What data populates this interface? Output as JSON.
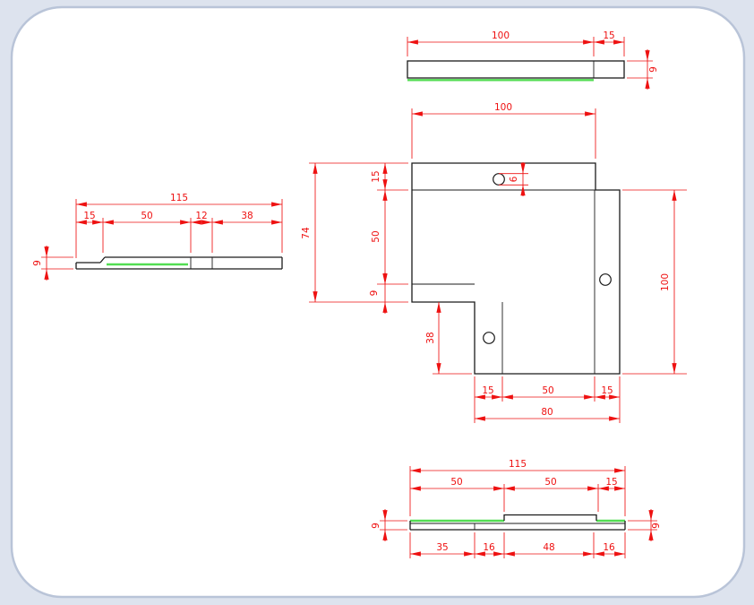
{
  "window": {
    "background": "#dde3ee",
    "panel_fill": "#ffffff",
    "panel_border": "#b9c4d8"
  },
  "colors": {
    "dimension": "#ee1111",
    "outline": "#1b1b1b",
    "highlight": "#52dd52"
  },
  "top_view": {
    "width_main": "100",
    "width_flange": "15",
    "thickness": "9"
  },
  "main_view": {
    "top_width": "100",
    "left_flange": "15",
    "left_mid": "50",
    "left_hem": "9",
    "left_total": "74",
    "hole_dia": "6",
    "right_height": "100",
    "leg_height": "38",
    "bottom_left_seg": "15",
    "bottom_mid_seg": "50",
    "bottom_right_seg": "15",
    "bottom_total": "80"
  },
  "side_view": {
    "total_length": "115",
    "seg_a": "15",
    "seg_b": "50",
    "seg_c": "12",
    "seg_d": "38",
    "thickness": "9"
  },
  "bottom_view": {
    "total_length": "115",
    "seg_left": "50",
    "seg_mid": "50",
    "seg_right": "15",
    "thickness_left": "9",
    "thickness_right": "9",
    "sub_a": "35",
    "sub_b": "16",
    "sub_c": "48",
    "sub_d": "16"
  }
}
